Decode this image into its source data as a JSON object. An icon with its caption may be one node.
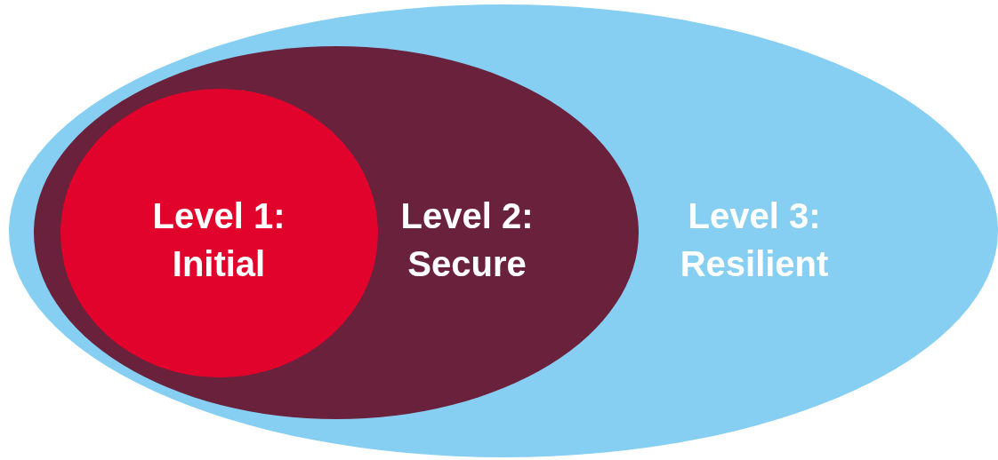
{
  "diagram": {
    "nodes": [
      {
        "text": [
          "Level 3: Resilient"
        ]
      },
      {
        "text": [
          "Level 2: Secure"
        ],
        "in": 0
      },
      {
        "text": [
          "Level 1: Initial"
        ],
        "in": 1
      }
    ]
  }
}
